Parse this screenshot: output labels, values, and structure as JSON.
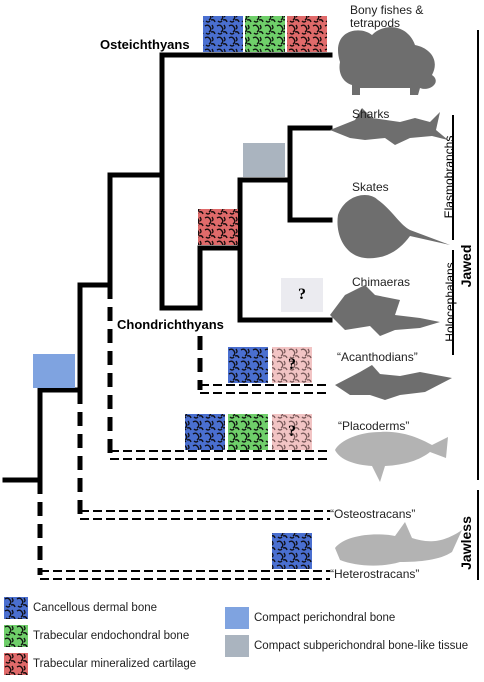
{
  "clades": {
    "osteichthyans": "Osteichthyans",
    "chondrichthyans": "Chondrichthyans"
  },
  "taxa": {
    "bony_fishes": "Bony fishes &\ntetrapods",
    "sharks": "Sharks",
    "skates": "Skates",
    "chimaeras": "Chimaeras",
    "acanthodians": "“Acanthodians”",
    "placoderms": "“Placoderms”",
    "osteostracans": "“Osteostracans”",
    "heterostracans": "“Heterostracans”"
  },
  "groups": {
    "elasmobranchs": "Elasmobranchs",
    "holocephalans": "Holocephalans",
    "jawed": "Jawed",
    "jawless": "Jawless"
  },
  "unknown_mark": "?",
  "legend": [
    {
      "key": "cancellous",
      "label": "Cancellous dermal bone",
      "color": "#4a6fd0"
    },
    {
      "key": "trabecular_endo",
      "label": "Trabecular endochondral bone",
      "color": "#6fcf6a"
    },
    {
      "key": "trabecular_cart",
      "label": "Trabecular mineralized cartilage",
      "color": "#e06a6a"
    },
    {
      "key": "compact_peri",
      "label": "Compact perichondral bone",
      "color": "#7fa3e0"
    },
    {
      "key": "compact_subperi",
      "label": "Compact subperichondral bone-like tissue",
      "color": "#aab4bf"
    }
  ]
}
